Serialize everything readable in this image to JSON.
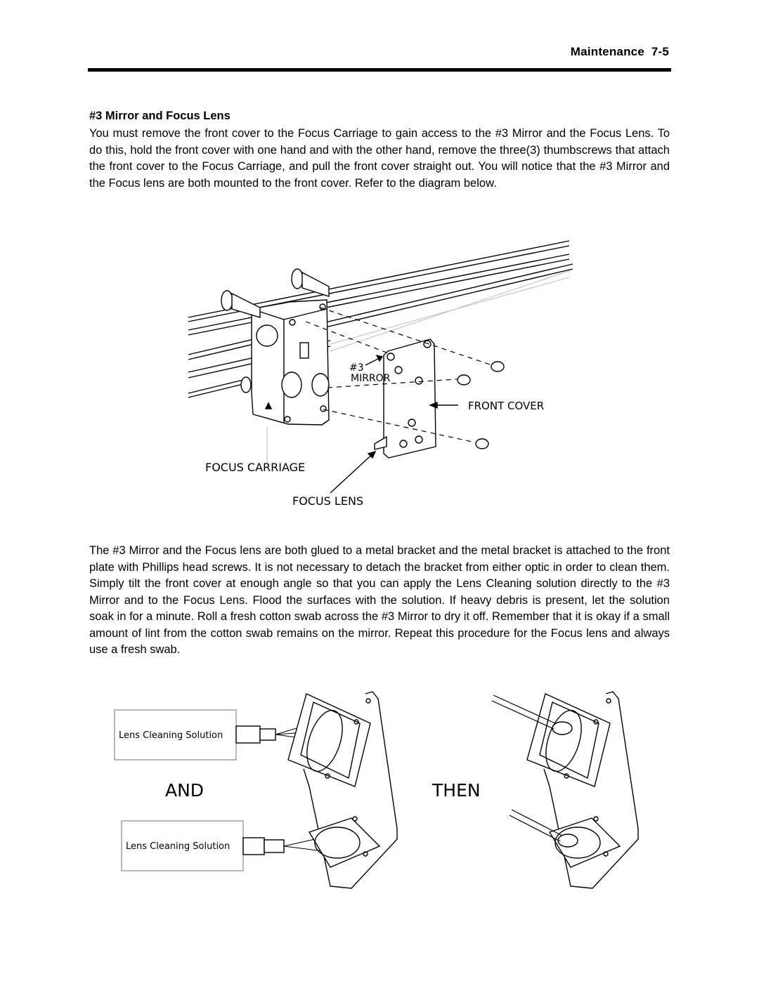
{
  "header": {
    "section": "Maintenance",
    "page": "7-5"
  },
  "section_title": "#3 Mirror and Focus Lens",
  "paragraph1": "You must remove the front cover to the Focus Carriage to gain access to the #3 Mirror and the Focus Lens.  To do this, hold the front cover with one hand and with the other hand, remove the three(3) thumbscrews that attach the front cover to the Focus Carriage, and pull the front cover straight out.  You will notice that the #3 Mirror and the Focus lens are both mounted to the front cover.  Refer to the diagram below.",
  "diagram1": {
    "mirror_label_1": "#3",
    "mirror_label_2": "MIRROR",
    "front_cover_label": "FRONT COVER",
    "focus_carriage_label": "FOCUS CARRIAGE",
    "focus_lens_label": "FOCUS LENS"
  },
  "paragraph2": "The #3 Mirror and the Focus lens are both glued to a metal bracket and the metal bracket is attached to the front plate with Phillips head screws.  It is not necessary to detach the bracket from either optic in order to clean them.  Simply tilt the front cover at enough angle so that you can apply the Lens Cleaning solution directly to the #3 Mirror and to the Focus Lens.  Flood the surfaces with the solution.  If heavy debris is present, let the solution soak in for a minute.  Roll a fresh cotton swab across the #3 Mirror to dry it off.  Remember that it is okay if a small amount of lint from the cotton swab remains on the mirror.  Repeat this procedure for the Focus lens and always use a fresh swab.",
  "diagram2": {
    "bottle_label_top": "Lens Cleaning Solution",
    "bottle_label_bottom": "Lens Cleaning Solution",
    "and_label": "AND",
    "then_label": "THEN"
  }
}
